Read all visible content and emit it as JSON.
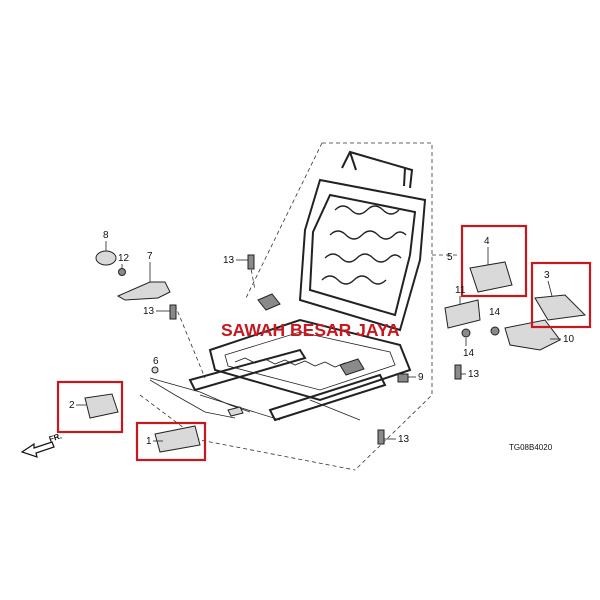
{
  "diagram_code": "TG08B4020",
  "watermark": "SAWAH BESAR JAYA",
  "front_indicator": "FR.",
  "highlight_color": "#c8171f",
  "callouts": [
    {
      "id": "1",
      "label": "1"
    },
    {
      "id": "2",
      "label": "2"
    },
    {
      "id": "3",
      "label": "3"
    },
    {
      "id": "4",
      "label": "4"
    },
    {
      "id": "5",
      "label": "5"
    },
    {
      "id": "6",
      "label": "6"
    },
    {
      "id": "7",
      "label": "7"
    },
    {
      "id": "8",
      "label": "8"
    },
    {
      "id": "9",
      "label": "9"
    },
    {
      "id": "10",
      "label": "10"
    },
    {
      "id": "11",
      "label": "11"
    },
    {
      "id": "12",
      "label": "12"
    },
    {
      "id": "13a",
      "label": "13"
    },
    {
      "id": "13b",
      "label": "13"
    },
    {
      "id": "13c",
      "label": "13"
    },
    {
      "id": "13d",
      "label": "13"
    },
    {
      "id": "14a",
      "label": "14"
    },
    {
      "id": "14b",
      "label": "14"
    }
  ],
  "highlighted_parts": [
    "1",
    "2",
    "3",
    "4"
  ]
}
